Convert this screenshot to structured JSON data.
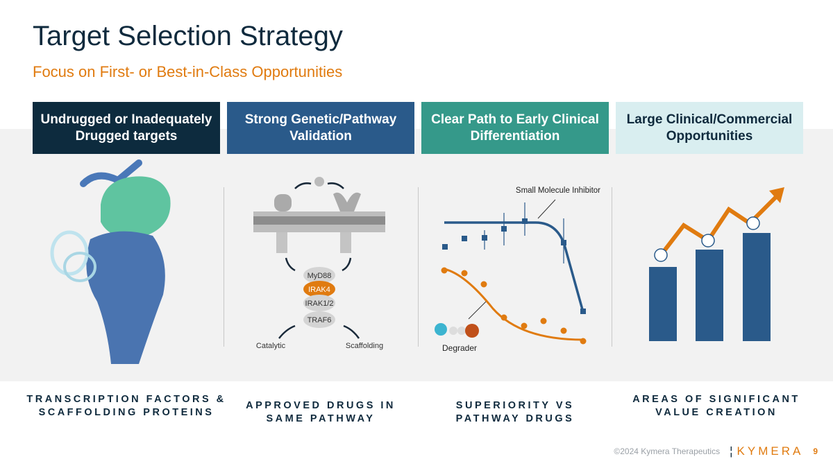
{
  "title": "Target Selection Strategy",
  "subtitle": "Focus on First- or Best-in-Class Opportunities",
  "columns": [
    {
      "header": "Undrugged or Inadequately Drugged targets",
      "caption": "TRANSCRIPTION FACTORS & SCAFFOLDING PROTEINS",
      "color": "#0d2b3e"
    },
    {
      "header": "Strong Genetic/Pathway Validation",
      "caption": "APPROVED DRUGS IN SAME PATHWAY",
      "color": "#2a5a8a"
    },
    {
      "header": "Clear Path to Early Clinical Differentiation",
      "caption": "SUPERIORITY VS PATHWAY DRUGS",
      "color": "#35998a"
    },
    {
      "header": "Large Clinical/Commercial Opportunities",
      "caption": "AREAS OF SIGNIFICANT VALUE CREATION",
      "color": "#d9eef0"
    }
  ],
  "pathway": {
    "nodes": [
      "MyD88",
      "IRAK4",
      "IRAK1/2",
      "TRAF6"
    ],
    "outputs": [
      "Catalytic",
      "Scaffolding"
    ]
  },
  "curve": {
    "inhibitor_label": "Small Molecule Inhibitor",
    "degrader_label": "Degrader"
  },
  "footer": {
    "copyright": "©2024 Kymera Therapeutics",
    "logo": "KYMERA",
    "page": "9"
  }
}
